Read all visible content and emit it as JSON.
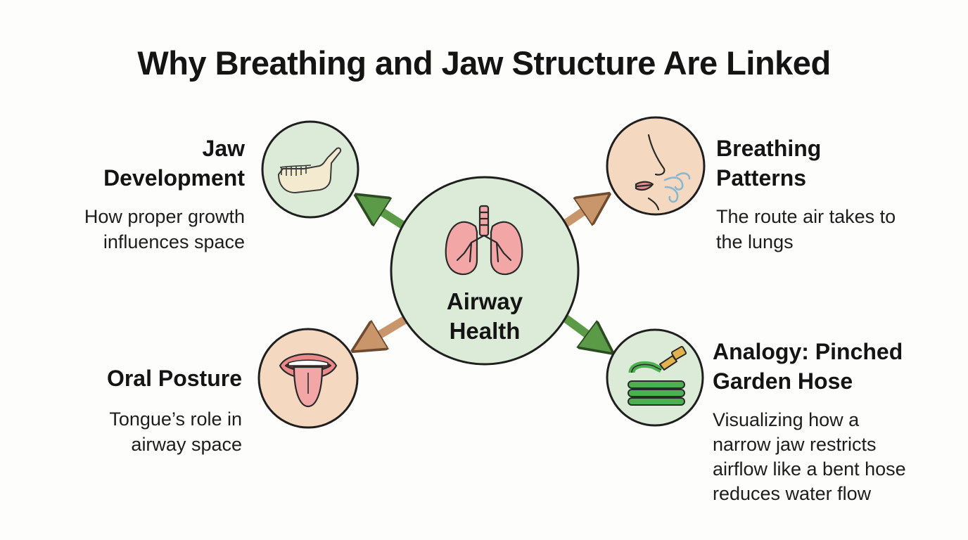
{
  "title": "Why Breathing and Jaw Structure Are Linked",
  "center": {
    "line1": "Airway",
    "line2": "Health",
    "icon": "lungs-icon"
  },
  "nodes": {
    "jaw": {
      "title_line1": "Jaw",
      "title_line2": "Development",
      "desc_line1": "How proper growth",
      "desc_line2": "influences space",
      "icon": "jaw-bone-icon"
    },
    "breathing": {
      "title_line1": "Breathing",
      "title_line2": "Patterns",
      "desc_line1": "The route air takes to",
      "desc_line2": "the lungs",
      "icon": "nose-mouth-breath-icon"
    },
    "oral": {
      "title": "Oral Posture",
      "desc_line1": "Tongue’s role in",
      "desc_line2": "airway space",
      "icon": "mouth-tongue-icon"
    },
    "hose": {
      "title_line1": "Analogy: Pinched",
      "title_line2": "Garden Hose",
      "desc_line1": "Visualizing how a",
      "desc_line2": "narrow jaw restricts",
      "desc_line3": "airflow like a bent hose",
      "desc_line4": "reduces water flow",
      "icon": "garden-hose-icon"
    }
  },
  "colors": {
    "green_circle": "#dcebd7",
    "peach_circle": "#f4d8c0",
    "green_arrow": "#5b9a46",
    "tan_arrow": "#c9966c",
    "lung_pink": "#f2a7a6"
  }
}
